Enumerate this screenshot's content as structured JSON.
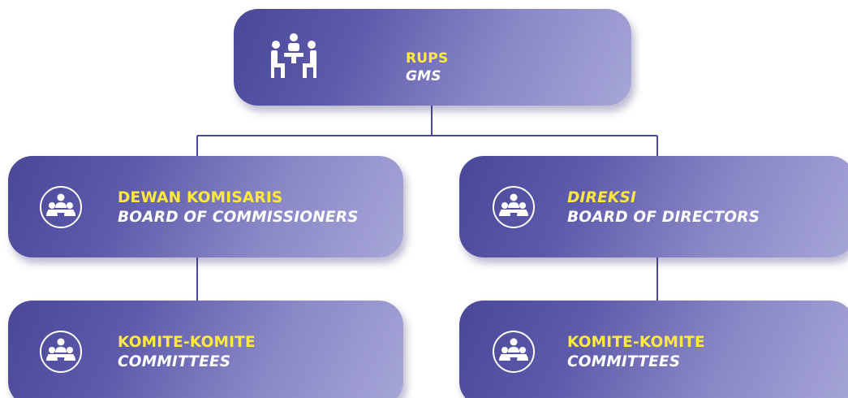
{
  "colors": {
    "node_dark": "#4a4798",
    "node_light": "#a7a6d8",
    "primary_text": "#ffe93a",
    "secondary_text": "#ffffff",
    "connector": "#4a4798"
  },
  "nodes": {
    "gms": {
      "primary": "RUPS",
      "secondary": "GMS",
      "icon": "meeting-table-icon"
    },
    "board_of_commissioners": {
      "primary": "DEWAN KOMISARIS",
      "secondary": "BOARD OF COMMISSIONERS",
      "icon": "group-people-icon"
    },
    "board_of_directors": {
      "primary": "DIREKSI",
      "secondary": "BOARD OF DIRECTORS",
      "icon": "group-people-icon"
    },
    "committees_left": {
      "primary": "KOMITE-KOMITE",
      "secondary": "COMMITTEES",
      "icon": "group-people-icon"
    },
    "committees_right": {
      "primary": "KOMITE-KOMITE",
      "secondary": "COMMITTEES",
      "icon": "group-people-icon"
    }
  }
}
